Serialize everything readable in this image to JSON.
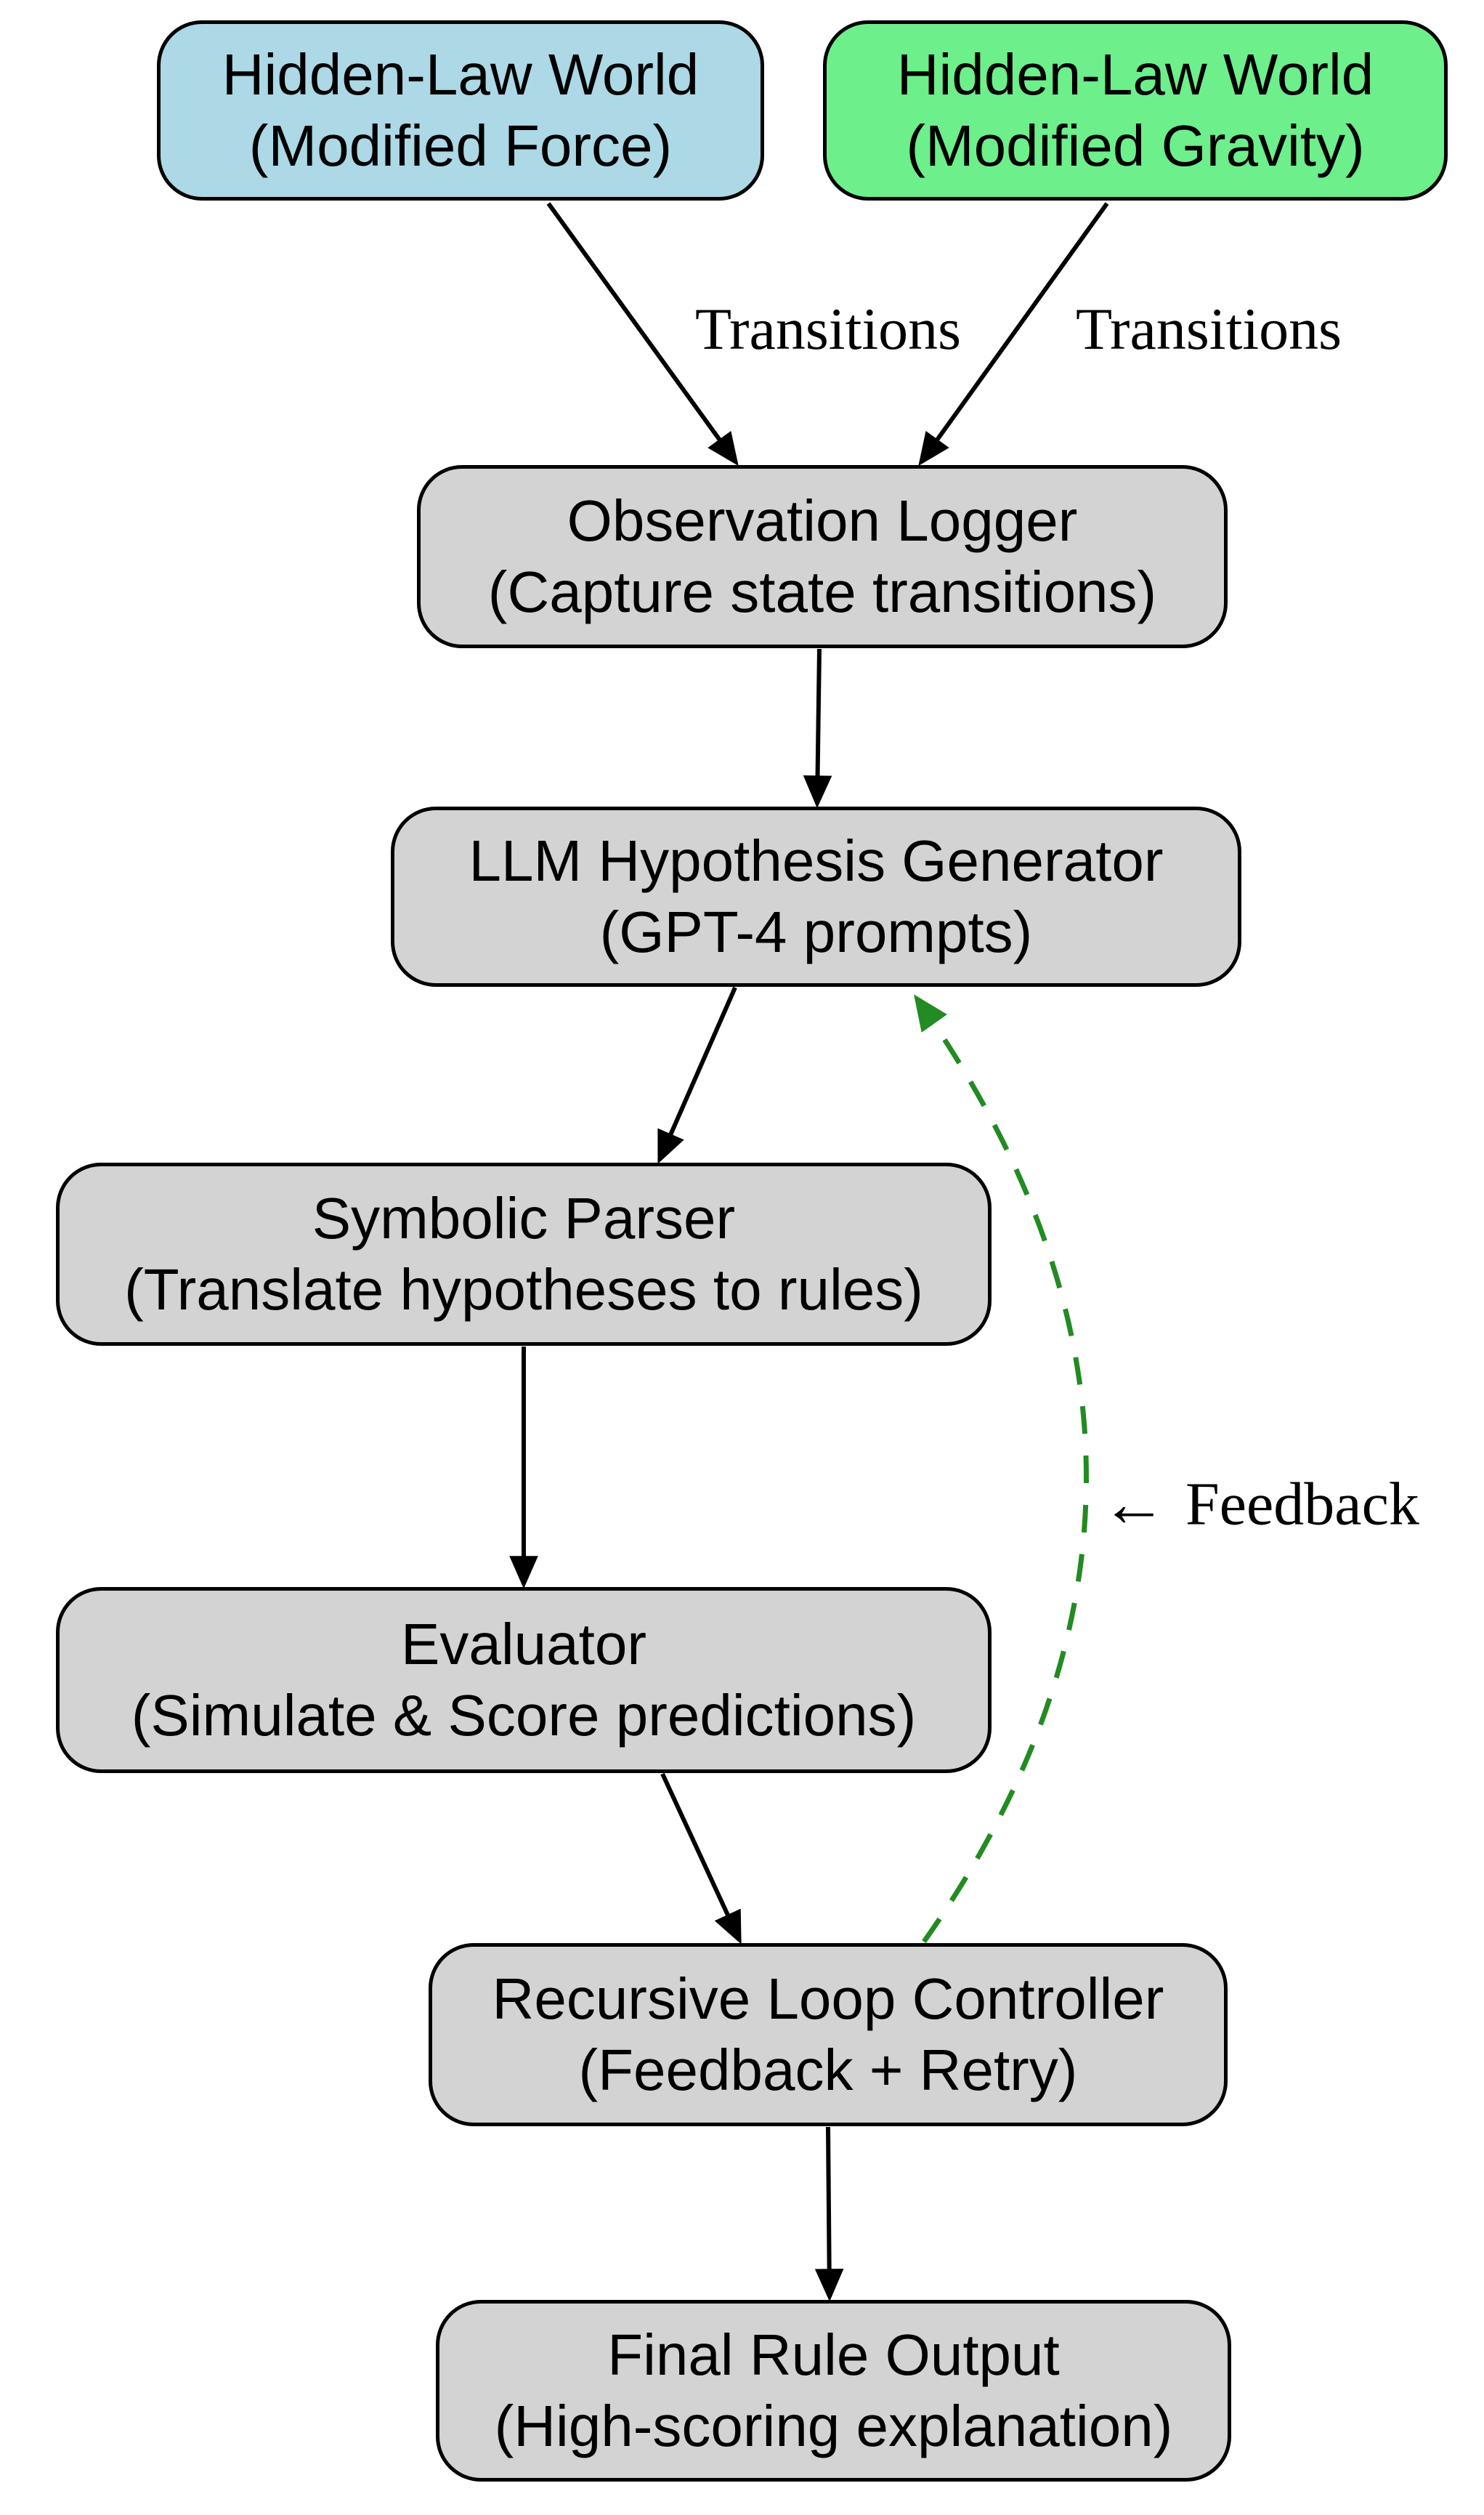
{
  "diagram": {
    "background": "#ffffff",
    "edge_color": "#000000",
    "feedback_color": "#228B22",
    "nodes": [
      {
        "id": "force-world",
        "title": "Hidden-Law World",
        "subtitle": "(Modified Force)",
        "fill": "#ADD8E6"
      },
      {
        "id": "gravity-world",
        "title": "Hidden-Law World",
        "subtitle": "(Modified Gravity)",
        "fill": "#6DEF8B"
      },
      {
        "id": "observation-logger",
        "title": "Observation Logger",
        "subtitle": "(Capture state transitions)",
        "fill": "#D3D3D3"
      },
      {
        "id": "llm-generator",
        "title": "LLM Hypothesis Generator",
        "subtitle": "(GPT-4 prompts)",
        "fill": "#D3D3D3"
      },
      {
        "id": "symbolic-parser",
        "title": "Symbolic Parser",
        "subtitle": "(Translate hypotheses to rules)",
        "fill": "#D3D3D3"
      },
      {
        "id": "evaluator",
        "title": "Evaluator",
        "subtitle": "(Simulate & Score predictions)",
        "fill": "#D3D3D3"
      },
      {
        "id": "loop-controller",
        "title": "Recursive Loop Controller",
        "subtitle": "(Feedback + Retry)",
        "fill": "#D3D3D3"
      },
      {
        "id": "final-output",
        "title": "Final Rule Output",
        "subtitle": "(High-scoring explanation)",
        "fill": "#D3D3D3"
      }
    ],
    "edges": [
      {
        "from": "force-world",
        "to": "observation-logger",
        "label": "Transitions",
        "style": "solid",
        "color": "#000000"
      },
      {
        "from": "gravity-world",
        "to": "observation-logger",
        "label": "Transitions",
        "style": "solid",
        "color": "#000000"
      },
      {
        "from": "observation-logger",
        "to": "llm-generator",
        "label": "",
        "style": "solid",
        "color": "#000000"
      },
      {
        "from": "llm-generator",
        "to": "symbolic-parser",
        "label": "",
        "style": "solid",
        "color": "#000000"
      },
      {
        "from": "symbolic-parser",
        "to": "evaluator",
        "label": "",
        "style": "solid",
        "color": "#000000"
      },
      {
        "from": "evaluator",
        "to": "loop-controller",
        "label": "",
        "style": "solid",
        "color": "#000000"
      },
      {
        "from": "loop-controller",
        "to": "final-output",
        "label": "",
        "style": "solid",
        "color": "#000000"
      },
      {
        "from": "loop-controller",
        "to": "llm-generator",
        "label": "Feedback",
        "style": "dashed",
        "color": "#228B22"
      }
    ],
    "edge_labels": {
      "transitions_left": "Transitions",
      "transitions_right": "Transitions",
      "feedback": "Feedback",
      "feedback_arrow": "←"
    }
  }
}
